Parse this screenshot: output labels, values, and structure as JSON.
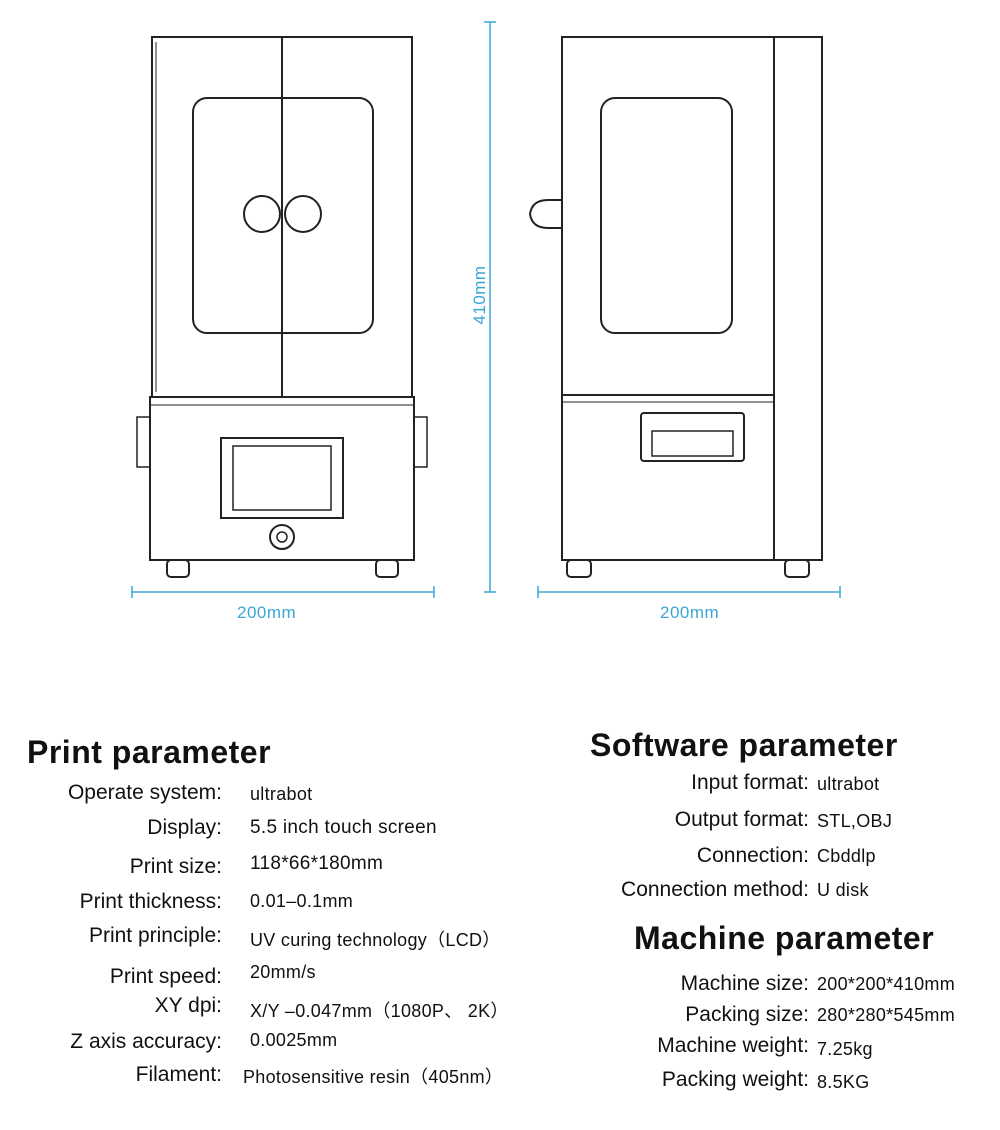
{
  "dimensions": {
    "height": "410mm",
    "front_width": "200mm",
    "side_width": "200mm"
  },
  "print_parameter": {
    "title": "Print parameter",
    "rows": [
      {
        "label": "Operate system:",
        "value": "ultrabot"
      },
      {
        "label": "Display:",
        "value": "5.5 inch touch screen"
      },
      {
        "label": "Print size:",
        "value": "118*66*180mm"
      },
      {
        "label": "Print thickness:",
        "value": "0.01–0.1mm"
      },
      {
        "label": "Print principle:",
        "value": "UV curing technology（LCD）"
      },
      {
        "label": "Print speed:",
        "value": "20mm/s"
      },
      {
        "label": "XY dpi:",
        "value": "X/Y –0.047mm（1080P、 2K）"
      },
      {
        "label": "Z axis accuracy:",
        "value": "0.0025mm"
      },
      {
        "label": "Filament:",
        "value": "Photosensitive resin（405nm）"
      }
    ]
  },
  "software_parameter": {
    "title": "Software parameter",
    "rows": [
      {
        "label": "Input format:",
        "value": "ultrabot"
      },
      {
        "label": "Output format:",
        "value": "STL,OBJ"
      },
      {
        "label": "Connection:",
        "value": "Cbddlp"
      },
      {
        "label": "Connection method:",
        "value": "U disk"
      }
    ]
  },
  "machine_parameter": {
    "title": "Machine parameter",
    "rows": [
      {
        "label": "Machine size:",
        "value": "200*200*410mm"
      },
      {
        "label": "Packing size:",
        "value": "280*280*545mm"
      },
      {
        "label": "Machine weight:",
        "value": "7.25kg"
      },
      {
        "label": "Packing weight:",
        "value": "8.5KG"
      }
    ]
  }
}
